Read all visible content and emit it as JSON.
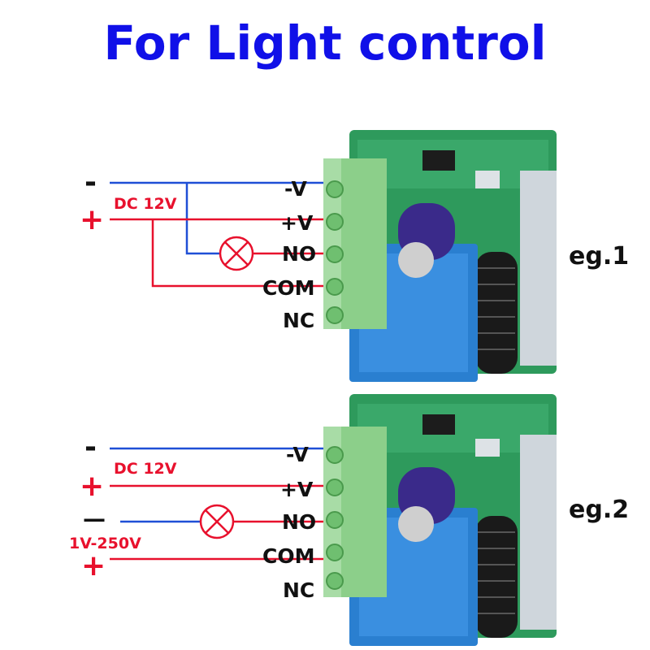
{
  "title": "For Light control",
  "colors": {
    "title": "#1010e8",
    "negative_wire": "#1f4fd6",
    "positive_wire": "#e8112d",
    "relay_blue": "#2a7fd0",
    "terminal_green": "#8ccf8a",
    "pcb_green": "#2e9a5c"
  },
  "diagrams": [
    {
      "example_label": "eg.1",
      "minus_sign": "-",
      "plus_sign": "+",
      "supply_label": "DC 12V",
      "terminals": [
        "-V",
        "+V",
        "NO",
        "COM",
        "NC"
      ],
      "lamp_icon": "lamp-x-icon"
    },
    {
      "example_label": "eg.2",
      "minus_sign": "-",
      "plus_sign": "+",
      "supply_label": "DC 12V",
      "load_minus_sign": "—",
      "load_plus_sign": "+",
      "load_supply_label": "1V-250V",
      "terminals": [
        "-V",
        "+V",
        "NO",
        "COM",
        "NC"
      ],
      "lamp_icon": "lamp-x-icon"
    }
  ]
}
